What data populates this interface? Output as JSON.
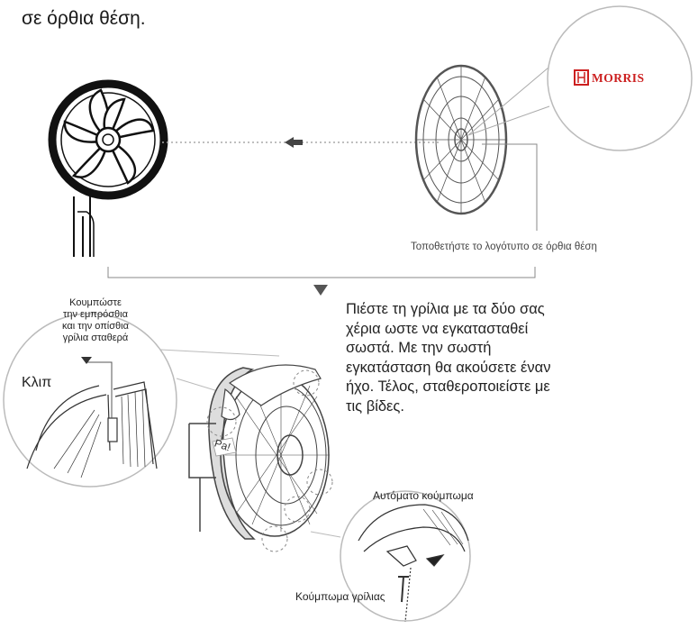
{
  "heading": "σε όρθια θέση.",
  "logo_caption": "Τοποθετήστε το λογότυπο σε όρθια θέση",
  "brand": {
    "name": "MORRIS",
    "color": "#cc1f1f"
  },
  "front_clip_note": [
    "Κουμπώστε",
    "την  εμπρόσθια",
    "και την οπίσθια",
    "γρίλια σταθερά"
  ],
  "clip_label": "Κλιπ",
  "instructions": [
    "Πιέστε τη γρίλια με τα δύο σας",
    "χέρια  ωστε να εγκατασταθεί",
    "σωστά. Με την σωστή",
    "εγκατάσταση θα ακούσετε έναν",
    "ήχο. Τέλος, σταθεροποιείστε με",
    "τις βίδες."
  ],
  "sound_label": "Pa!",
  "auto_lock_label": "Αυτόματο κούμπωμα",
  "grille_lock_label": "Κούμπωμα γρίλιας",
  "icons": [
    "arrow-left-icon",
    "triangle-down-icon",
    "morris-logo-icon"
  ]
}
